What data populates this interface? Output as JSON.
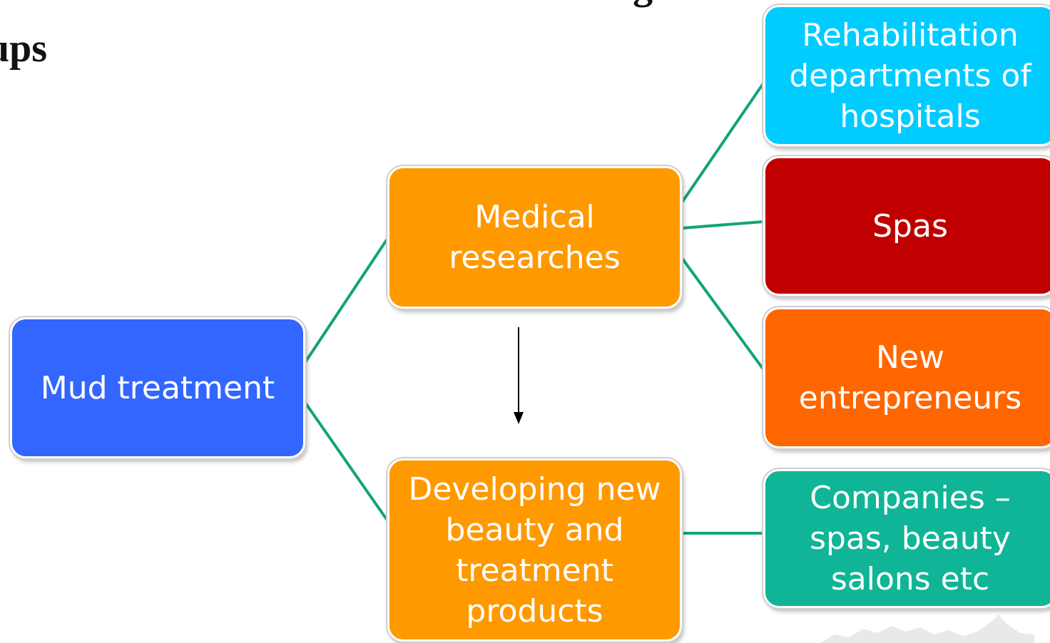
{
  "slide": {
    "title_fragment_top": "and is related to the most suitable target",
    "title_suffix": "ups"
  },
  "diagram": {
    "root": {
      "label": "Mud treatment",
      "color": "#3366ff"
    },
    "branches": [
      {
        "label": "Medical researches",
        "color": "#ff9900"
      },
      {
        "label": "Developing new beauty and treatment products",
        "color": "#ff9900"
      }
    ],
    "targets": [
      {
        "label": "Rehabilitation departments of hospitals",
        "color": "#00ccff"
      },
      {
        "label": "Spas",
        "color": "#c00000"
      },
      {
        "label": "New entrepreneurs",
        "color": "#ff6600"
      },
      {
        "label": "Companies – spas, beauty salons etc",
        "color": "#0fb596"
      }
    ],
    "connector_color": "#12a37a",
    "arrow_color": "#000000"
  }
}
